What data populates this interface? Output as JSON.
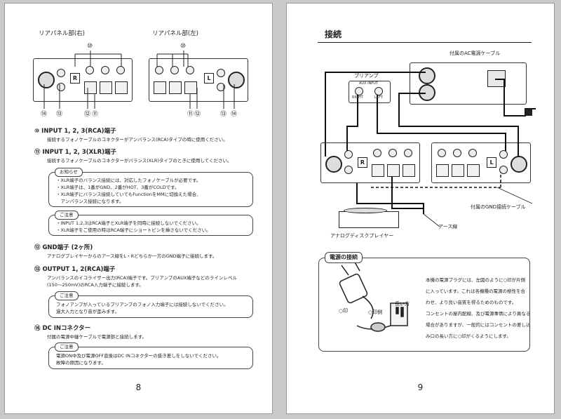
{
  "left_page": {
    "label_rear_right": "リアパネル部(右)",
    "label_rear_left": "リアパネル部(左)",
    "panel_letters": {
      "right": "R",
      "left": "L"
    },
    "callouts": {
      "c10": "⑩",
      "c11": "⑪",
      "c12": "⑫",
      "c13": "⑬",
      "c14": "⑭"
    },
    "sec10": {
      "title": "⑩ INPUT 1, 2, 3(RCA)端子",
      "body": "接続するフォノケーブルのコネクターがアンバランス(RCA)タイプの時に使用ください。"
    },
    "sec11": {
      "title": "⑪ INPUT 1, 2, 3(XLR)端子",
      "body": "接続するフォノケーブルのコネクターがバランス(XLR)タイプのときに使用してください。"
    },
    "notice1": {
      "tab": "お知らせ",
      "lines": [
        "・XLR端子のバランス接続には、対応したフォノケーブルが必要です。",
        "・XLR端子は、1番がGND、2番がHOT、3番がCOLDです。",
        "・XLR端子にバランス接続していてもFunctionをMMに切換えた場合、",
        "　アンバランス接続になります。"
      ]
    },
    "caution1": {
      "tab": "ご注意",
      "lines": [
        "・INPUT 1,2,3はRCA端子とXLR端子を同時に接続しないでください。",
        "・XLR端子をご使用の時はRCA端子にショートピンを挿さないでください。"
      ]
    },
    "sec12": {
      "title": "⑫ GND端子 (2ヶ所)",
      "body": "アナログプレイヤーからのアース線をL・Rどちらか一方のGND端子に接続します。"
    },
    "sec13": {
      "title": "⑬ OUTPUT 1, 2(RCA)端子",
      "body1": "アンバランスのイコライザー出力(RCA)端子です。プリアンプのAUX端子などのラインレベル",
      "body2": "(150〜250mV)のRCA入力端子に接続します。"
    },
    "caution2": {
      "tab": "ご注意",
      "lines": [
        "フォノアンプが入っているプリアンプのフォノ入力端子には接続しないでください。",
        "過大入力となり音が歪みます。"
      ]
    },
    "sec14": {
      "title": "⑭ DC INコネクター",
      "body": "付属の電源中継ケーブルで電源部と接続します。"
    },
    "caution3": {
      "tab": "ご注意",
      "lines": [
        "電源ON中及び電源OFF直後はDC INコネクターの抜き差しをしないでください。",
        "故障の原因になります。"
      ]
    },
    "page_number": "8"
  },
  "right_page": {
    "heading": "接続",
    "label_ac_cable": "付属のAC電源ケーブル",
    "label_preamp": "プリアンプ",
    "label_aux_input": "AUX INPUT",
    "label_right": "RIGHT",
    "label_left": "LEFT",
    "label_gnd_cable": "付属のGND接続ケーブル",
    "label_earth": "アース線",
    "label_player": "アナログディスクプレイヤー",
    "panel_letters": {
      "right": "R",
      "left": "L"
    },
    "power_heading": "電源の接続",
    "plug_mark": "○印",
    "plug_mark2": "○印側",
    "long_side": "長い方",
    "power_text": [
      "本機の電源プラグには、左図のように○印が片側",
      "に入っています。これは各機種の電源の極性を合",
      "わせ、より良い音質を得るためのものです。",
      "コンセントの屋内配線、及び電源事情により異なる",
      "場合がありますが、一般的にはコンセントの差し込",
      "み口の長い方に○印がくるようにします。"
    ],
    "page_number": "9"
  }
}
